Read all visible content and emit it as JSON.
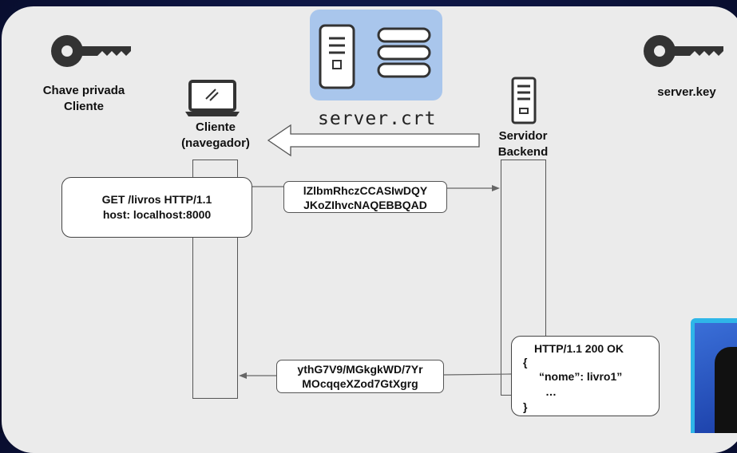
{
  "labels": {
    "client_key": [
      "Chave privada",
      "Cliente"
    ],
    "server_key": "server.key",
    "client": [
      "Cliente",
      "(navegador)"
    ],
    "server": [
      "Servidor",
      "Backend"
    ],
    "certificate": "server.crt"
  },
  "request": {
    "lines": [
      "GET /livros HTTP/1.1",
      "host: localhost:8000"
    ],
    "encrypted": [
      "lZlbmRhczCCASIwDQY",
      "JKoZIhvcNAQEBBQAD"
    ]
  },
  "response": {
    "lines": [
      "HTTP/1.1 200 OK",
      "{",
      "“nome”: livro1”",
      "…",
      "}"
    ],
    "encrypted": [
      "ythG7V9/MGkgkWD/7Yr",
      "MOcqqeXZod7GtXgrg"
    ]
  },
  "icons": {
    "client_key": "key-icon",
    "server_key": "key-icon",
    "client": "laptop-icon",
    "server": "server-icon",
    "certificate": "certificate-icon"
  },
  "colors": {
    "background": "#0c1440",
    "slide": "#ebebeb",
    "certificate_card": "#a9c6ec",
    "icon": "#333333"
  }
}
